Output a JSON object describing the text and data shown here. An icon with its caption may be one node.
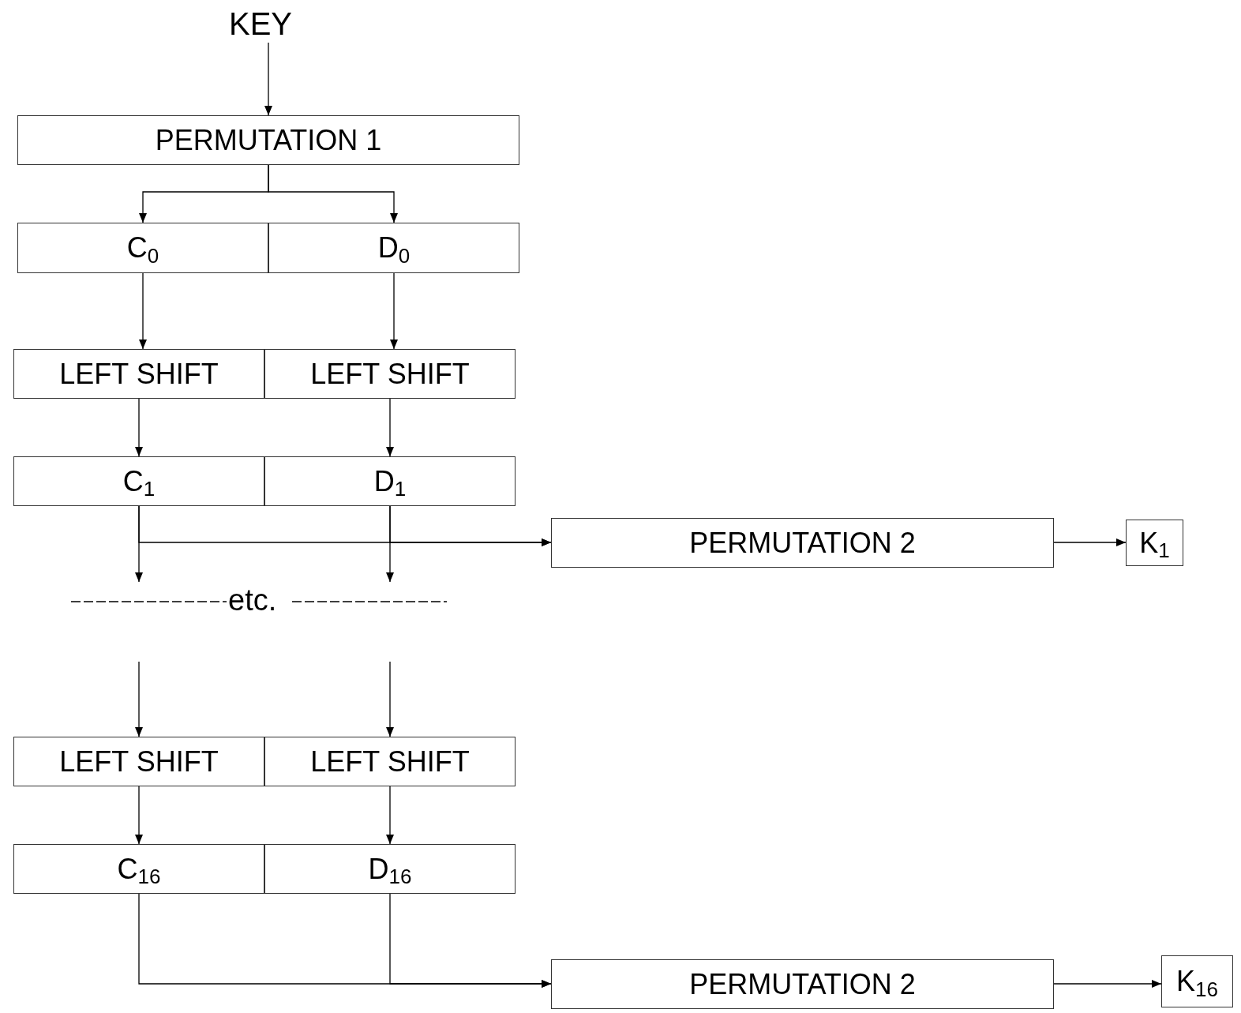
{
  "diagram": {
    "nodes": [
      {
        "text": [
          "KEY"
        ]
      },
      {
        "text": [
          "PERMUTATION 1"
        ]
      },
      {
        "text": [
          "C$_{0}$"
        ]
      },
      {
        "text": [
          "D$_{0}$"
        ]
      },
      {
        "text": [
          "LEFT SHIFT"
        ]
      },
      {
        "text": [
          "LEFT SHIFT"
        ]
      },
      {
        "text": [
          "C$_{1}$"
        ]
      },
      {
        "text": [
          "D$_{1}$"
        ]
      },
      {
        "text": [
          "PERMUTATION 2"
        ]
      },
      {
        "text": [
          "K$_{1}$"
        ]
      },
      {
        "text": [
          "LEFT SHIFT"
        ]
      },
      {
        "text": [
          "LEFT SHIFT"
        ]
      },
      {
        "text": [
          "C$_{16}$"
        ]
      },
      {
        "text": [
          "D$_{16}$"
        ]
      },
      {
        "text": [
          "PERMUTATION 2"
        ]
      },
      {
        "text": [
          "K$_{16}$"
        ]
      }
    ],
    "edges": [
      {
        "from": 0,
        "to": 1,
        "arrow": "to"
      },
      {
        "from": 1,
        "to": 2,
        "arrow": "to"
      },
      {
        "from": 1,
        "to": 3,
        "arrow": "to"
      },
      {
        "from": 2,
        "to": 4,
        "arrow": "to"
      },
      {
        "from": 3,
        "to": 5,
        "arrow": "to"
      },
      {
        "from": 4,
        "to": 6,
        "arrow": "to"
      },
      {
        "from": 5,
        "to": 7,
        "arrow": "to"
      },
      {
        "from": 6,
        "to": 8,
        "arrow": "to"
      },
      {
        "from": 7,
        "to": 8,
        "arrow": "to"
      },
      {
        "from": 6,
        "to": null,
        "arrow": "to"
      },
      {
        "from": 7,
        "to": null,
        "arrow": "to"
      },
      {
        "from": 8,
        "to": 9,
        "arrow": "to"
      },
      {
        "from": null,
        "to": 10,
        "arrow": "to"
      },
      {
        "from": null,
        "to": 11,
        "arrow": "to"
      },
      {
        "from": 10,
        "to": 12,
        "arrow": "to"
      },
      {
        "from": 11,
        "to": 13,
        "arrow": "to"
      },
      {
        "from": 12,
        "to": 14,
        "arrow": "to"
      },
      {
        "from": 13,
        "to": 14,
        "arrow": "to"
      },
      {
        "from": 14,
        "to": 15,
        "arrow": "to"
      }
    ],
    "labels": [
      "etc."
    ]
  }
}
